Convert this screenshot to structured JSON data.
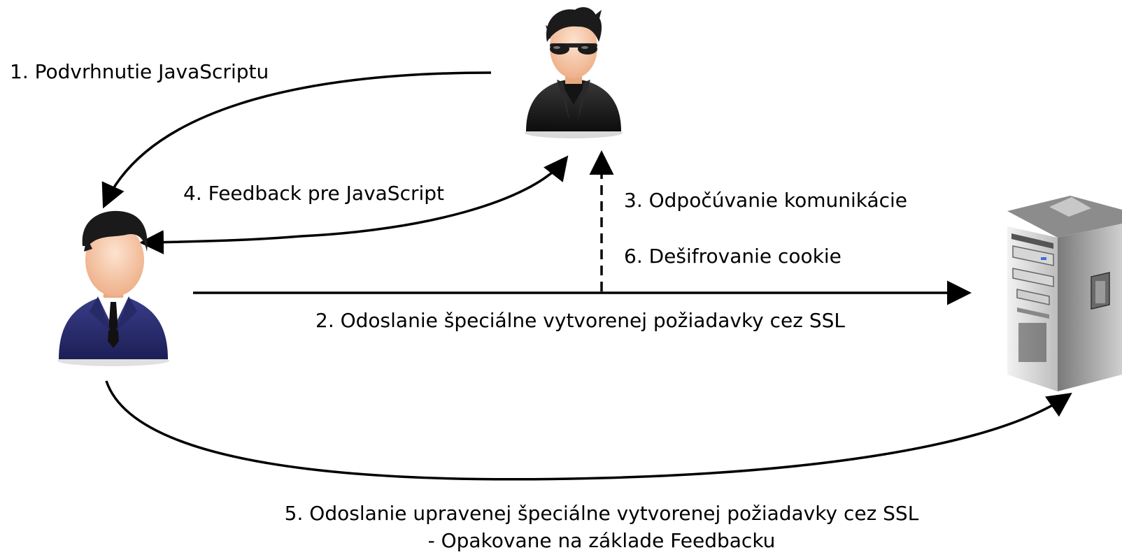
{
  "diagram": {
    "actors": {
      "attacker": {
        "icon": "hacker-with-sunglasses-icon"
      },
      "victim": {
        "icon": "businessman-user-icon"
      },
      "server": {
        "icon": "server-tower-icon"
      }
    },
    "steps": [
      {
        "label": "1. Podvrhnutie JavaScriptu"
      },
      {
        "label": "2. Odoslanie špeciálne vytvorenej požiadavky cez SSL"
      },
      {
        "label": "3. Odpočúvanie komunikácie"
      },
      {
        "label": "4. Feedback pre JavaScript"
      },
      {
        "label": "5. Odoslanie upravenej špeciálne vytvorenej požiadavky cez SSL"
      },
      {
        "label": "6. Dešifrovanie cookie"
      }
    ],
    "step5_note": "- Opakovane na základe Feedbacku",
    "colors": {
      "arrow": "#000000",
      "suit": "#2b2f73",
      "skin": "#f3c3a0",
      "hair": "#1a1a1a",
      "server": "#9a9a9a"
    }
  }
}
